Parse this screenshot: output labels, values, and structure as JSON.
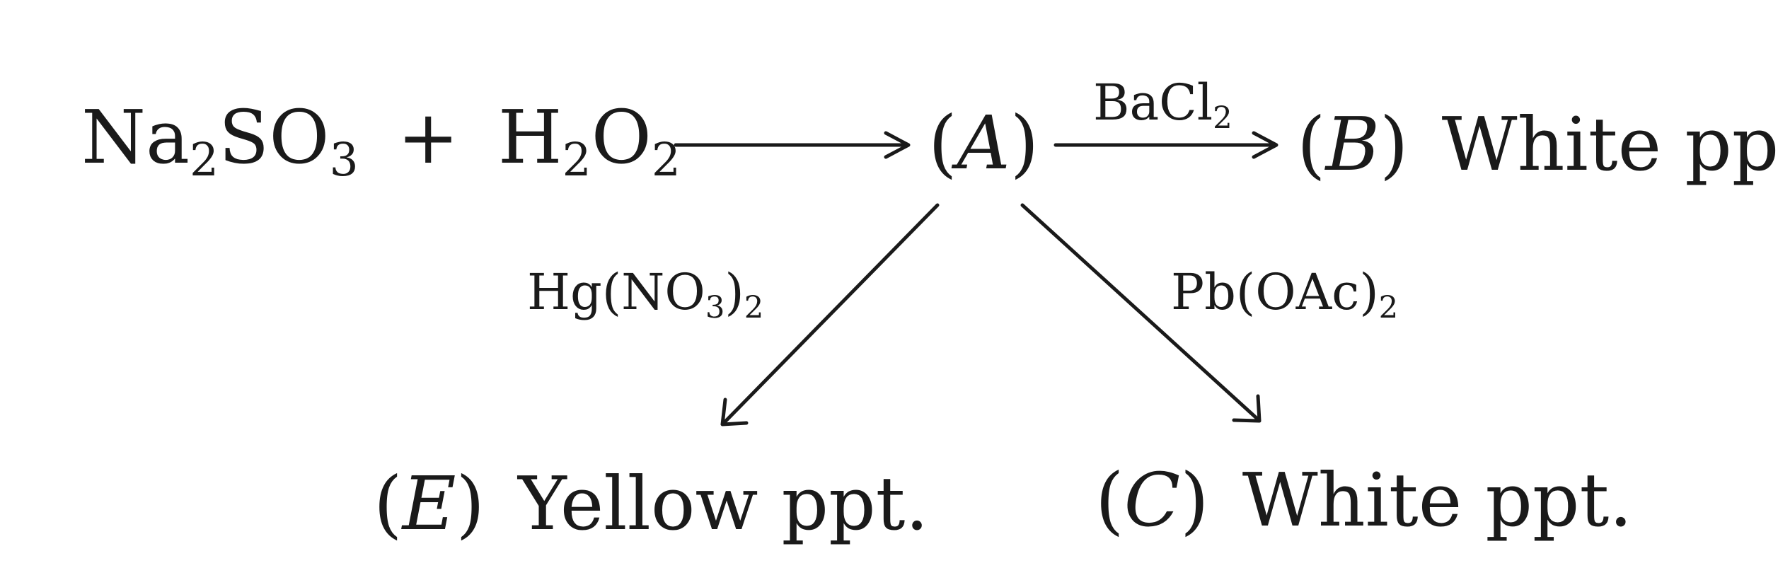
{
  "reaction": {
    "reactant_1": {
      "base": "Na",
      "sub_1": "2",
      "mid": "SO",
      "sub_2": "3"
    },
    "plus": "+",
    "reactant_2": {
      "base": "H",
      "sub_1": "2",
      "mid": "O",
      "sub_2": "2"
    }
  },
  "node_a": {
    "open": "(",
    "label": "A",
    "close": ")"
  },
  "reagent_bacl2": {
    "base": "BaCl",
    "sub": "2"
  },
  "node_b": {
    "open": "(",
    "label": "B",
    "close": ")",
    "text": "White ppt."
  },
  "reagent_hg": {
    "pre": "Hg(NO",
    "sub_1": "3",
    "post": ")",
    "sub_2": "2"
  },
  "reagent_pb": {
    "pre": "Pb(OAc)",
    "sub": "2"
  },
  "node_e": {
    "open": "(",
    "label": "E",
    "close": ")",
    "text": "Yellow ppt."
  },
  "node_c": {
    "open": "(",
    "label": "C",
    "close": ")",
    "text": "White ppt."
  },
  "colors": {
    "ink": "#1a1a1a",
    "background": "#ffffff"
  }
}
